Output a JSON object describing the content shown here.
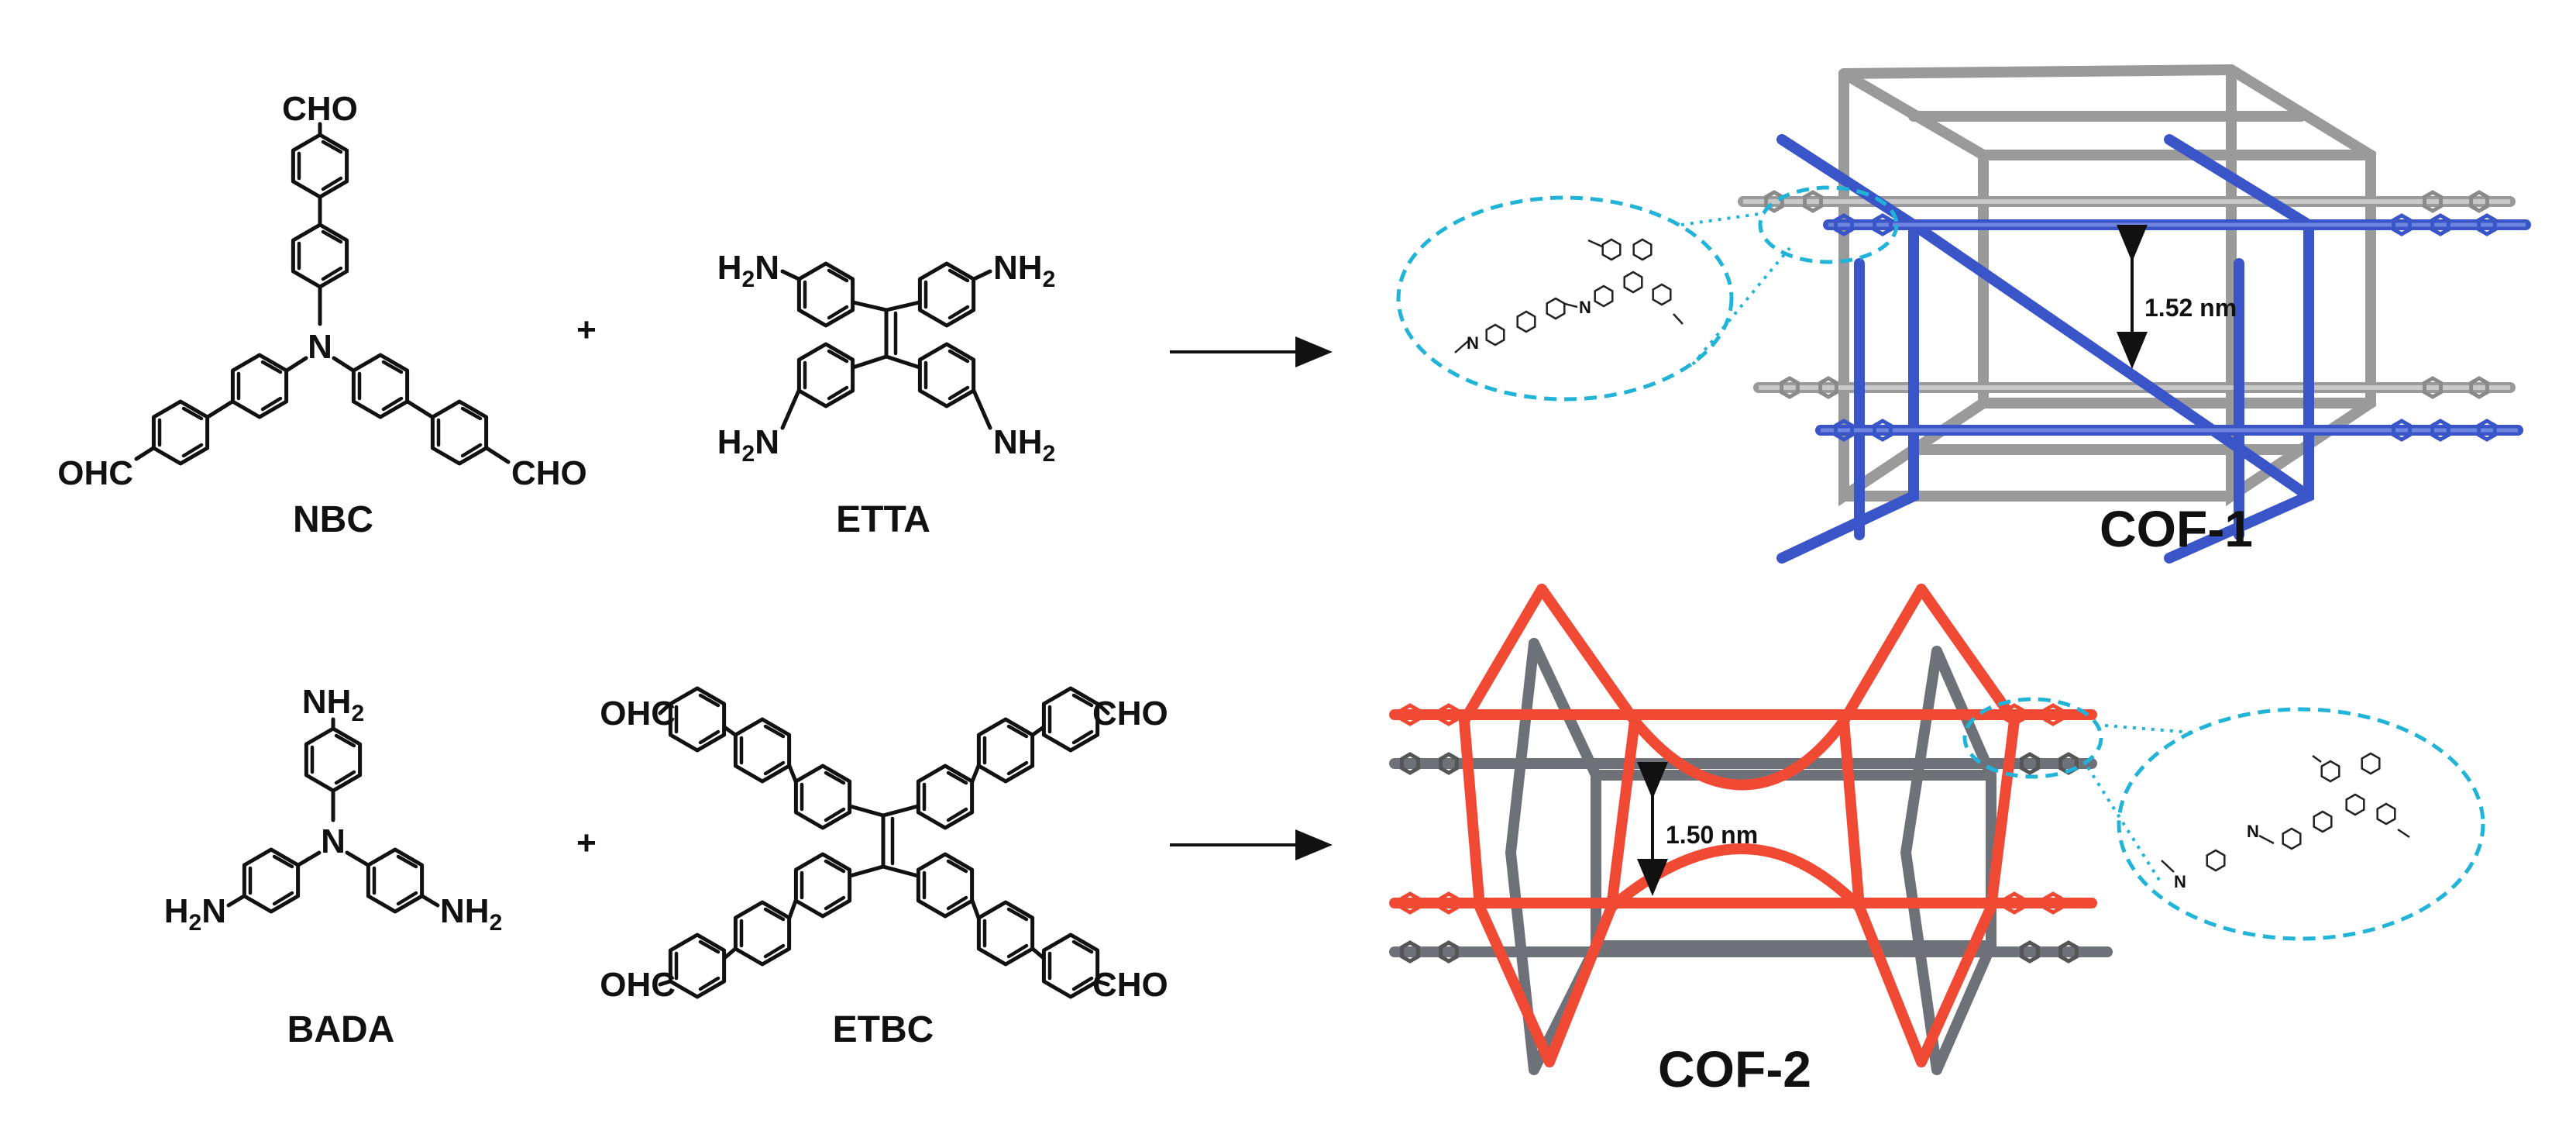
{
  "reaction_1": {
    "reactant_a": {
      "name": "NBC",
      "substituent": "CHO",
      "substituent_left": "OHC",
      "center_atom": "N"
    },
    "plus": "+",
    "reactant_b": {
      "name": "ETTA",
      "amine_left": "H2N",
      "amine_right": "NH2"
    },
    "product": {
      "name": "COF-1",
      "pore_size": "1.52 nm",
      "framework_color": "#3a55c8",
      "secondary_color": "#9a9a9a"
    }
  },
  "reaction_2": {
    "reactant_a": {
      "name": "BADA",
      "amine_left": "H2N",
      "amine_right": "NH2",
      "center_atom": "N"
    },
    "plus": "+",
    "reactant_b": {
      "name": "ETBC",
      "substituent": "CHO",
      "substituent_left": "OHC"
    },
    "product": {
      "name": "COF-2",
      "pore_size": "1.50 nm",
      "framework_color": "#f04a35",
      "secondary_color": "#6e7278"
    }
  },
  "zoom_inset": {
    "imine_atom": "N",
    "amine_atom": "N",
    "outline_color": "#22b4d8"
  },
  "arrow_color": "#111111"
}
